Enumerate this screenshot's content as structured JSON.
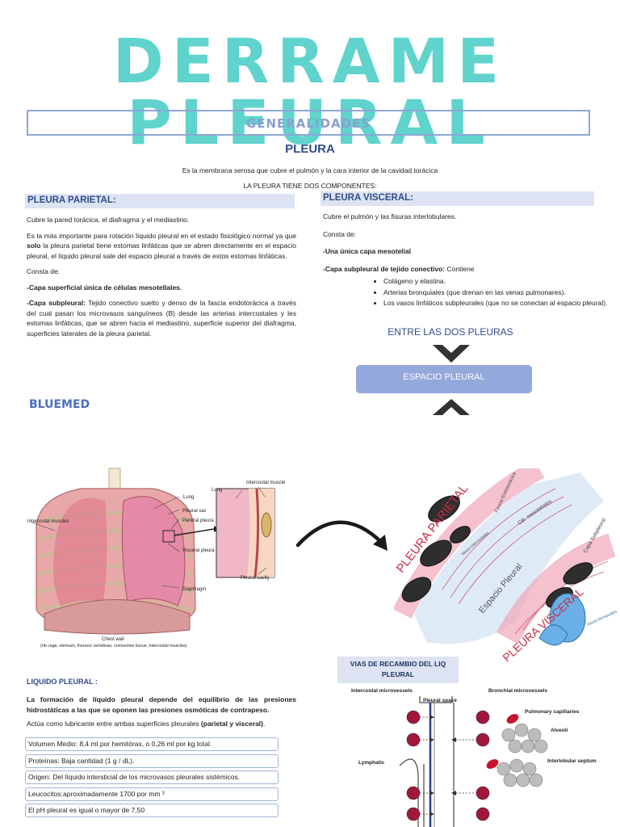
{
  "title": "DERRAME PLEURAL",
  "generalidades": "GENERALIDADES",
  "pleura_heading": "PLEURA",
  "pleura_def": "Es la membrana serosa que cubre el pulmón y la cara interior de la cavidad torácica",
  "pleura_components": "LA PLEURA TIENE DOS COMPONENTES:",
  "parietal": {
    "heading": "PLEURA PARIETAL:",
    "p1": "Cubre la pared torácica, el diafragma y el mediastino.",
    "p2_a": "Es la más importante para rotación líquido pleural en el estado fisiológico normal ya que ",
    "p2_bold": "solo",
    "p2_b": " la pleura parietal tiene estomas linfáticas que se abren directamente en el espacio pleural, el líquido pleural sale del espacio pleural a través de estos estomas linfáticas.",
    "consta": "Consta de:",
    "item1": "-Capa superficial única de células mesotellales.",
    "item2_bold": "-Capa subpleural:",
    "item2_rest": " Tejido conectivo suelto y denso de la fascia endotorácica a través del cual pasan los microvasos sanguíneos (B) desde las arterias intercostales y les estomas linfáticas, que se abren hacia el mediastino, superficie superior del diafragma, superficies laterales de la pleura parietal."
  },
  "visceral": {
    "heading": "PLEURA VISCERAL:",
    "p1": "Cubre el pulmón y las fisuras interlobulares.",
    "consta": "Consta de:",
    "item1": "-Una única capa mesotelial",
    "item2_bold": "-Capa subpleural de tejido conectivo:",
    "item2_rest": " Contiene",
    "bullets": [
      "Colágeno y elastina.",
      "Arterias bronquiales (que drenan en las venas pulmonares).",
      "Los vasos linfáticos subpleurales (que no se conectan al espacio pleural)."
    ]
  },
  "entre": "ENTRE LAS DOS PLEURAS",
  "espacio": "ESPACIO PLEURAL",
  "bluemed": "BLUEMED",
  "anatomy_labels": {
    "lung": "Lung",
    "lung2": "Lung",
    "intercostal_muscle": "Intercostal muscle",
    "intercostal_muscles": "Intercostal muscles",
    "pleural_sac": "Pleural sac",
    "parietal_pleura": "Parietal pleura",
    "visceral_pleura": "Visceral pleura",
    "pleural_cavity": "Pleural cavity",
    "diaphragm": "Diaphragm",
    "chest_wall": "Chest wall",
    "chest_wall_detail": "(rib cage, sternum, thoracic vertebrae, connective tissue, intercostal muscles)"
  },
  "illustration_labels": {
    "parietal": "PLEURA PARIETAL",
    "visceral": "PLEURA VISCERAL",
    "espacio": "Espacio Pleural",
    "fascia": "Fascia Endotorácica",
    "cel_meso": "Cél. mesoteliales",
    "vasos_inter": "Vasos intercostales",
    "capa_sub": "Capa Subpleural",
    "vasos_bron": "Vasos bronquiales"
  },
  "liquido": {
    "title": "LIQUIDO PLEURAL :",
    "p1": "La formación de líquido pleural depende del equilibrio de las presiones hidrostáticas a las que se oponen las presiones osmóticas de contrapeso.",
    "p2_a": "Actúa como lubricante entre ambas superficies pleurales ",
    "p2_bold": "(parietal y visceral)",
    "p2_b": ".",
    "boxes": [
      "Volumen Medio: 8,4 ml por hemitórax, o 0,26 ml por kg total.",
      "Proteínas: Baja cantidad (1 g / dL).",
      "Origen:  Del líquido intersticial de los microvasos pleurales sistémicos.",
      "Leucocitos:aproximadamente 1700 por mm ³",
      "El pH pleural es igual o mayor de 7,50"
    ]
  },
  "vias": {
    "title": "VIAS DE RECAMBIO DEL LIQ PLEURAL",
    "intercostal": "Intercostal microvessels",
    "pleural_space": "Pleural space",
    "bronchial": "Bronchial microvessels",
    "pulm_cap": "Pulmonary capillaries",
    "alveoli": "Alveoli",
    "lymphatic": "Lymphatic",
    "septum": "Interlobular septum"
  },
  "colors": {
    "title": "#5fd3cc",
    "accent": "#2f4b8a",
    "band": "#dde3f2",
    "espacio_box": "#93a8db",
    "vessel": "#a3163a"
  }
}
